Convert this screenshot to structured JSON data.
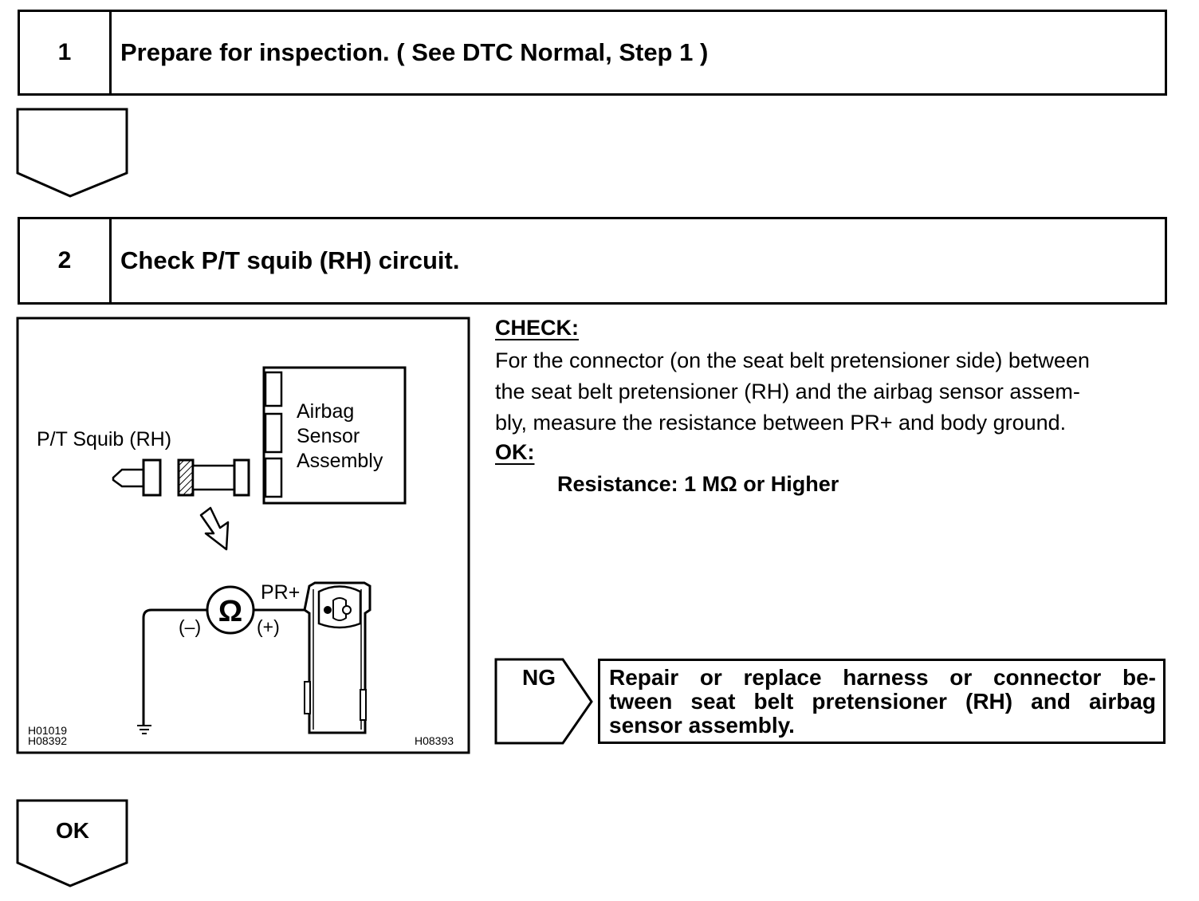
{
  "steps": [
    {
      "number": "1",
      "title": "Prepare for inspection. ( See DTC Normal, Step 1 )"
    },
    {
      "number": "2",
      "title": "Check P/T squib (RH) circuit."
    }
  ],
  "diagram": {
    "squib_label": "P/T Squib (RH)",
    "sensor_label_1": "Airbag",
    "sensor_label_2": "Sensor",
    "sensor_label_3": "Assembly",
    "terminal_label": "PR+",
    "ohm_symbol": "Ω",
    "minus_label": "(–)",
    "plus_label": "(+)",
    "code_1": "H01019",
    "code_2": "H08392",
    "code_3": "H08393"
  },
  "check": {
    "heading": "CHECK:",
    "text": "For the connector (on the seat belt pretensioner side) between the seat belt pretensioner (RH) and the airbag sensor assembly, measure the resistance between PR+ and body ground.",
    "line1": "For the connector (on the seat belt pretensioner side) between",
    "line2": "the seat belt pretensioner (RH) and the airbag sensor assem-",
    "line3": "bly, measure the resistance between PR+ and body ground.",
    "ok_heading": "OK:",
    "ok_value": "Resistance: 1 MΩ or Higher"
  },
  "ng": {
    "label": "NG",
    "text": "Repair or replace harness or connector between seat belt pretensioner (RH) and airbag sensor assembly.",
    "line1": "Repair or replace harness or connector be-",
    "line2": "tween seat belt pretensioner (RH) and airbag",
    "line3": "sensor assembly."
  },
  "ok_arrow": {
    "label": "OK"
  }
}
